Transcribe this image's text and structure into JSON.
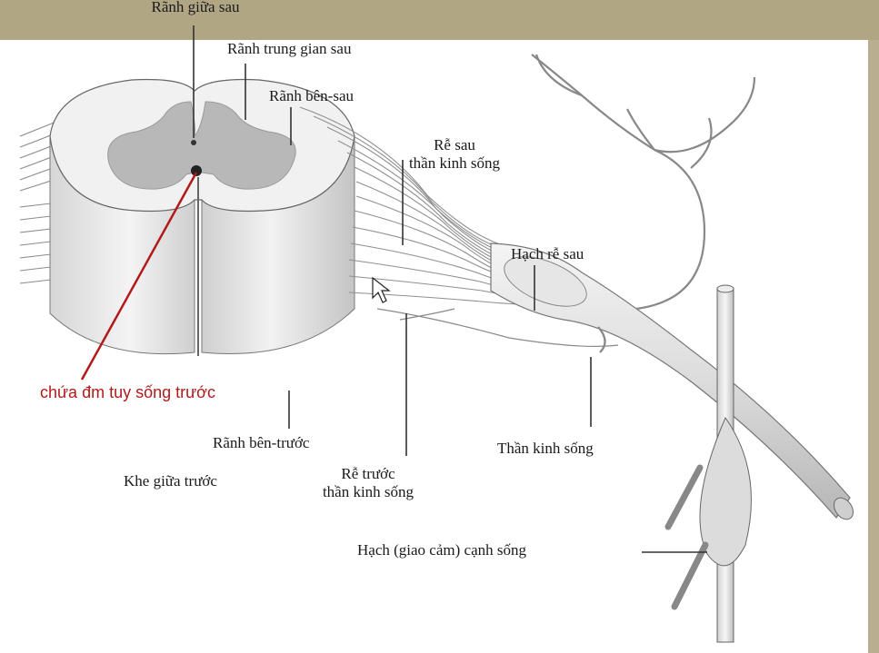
{
  "labels": {
    "posterior_median_sulcus": "Rãnh giữa sau",
    "posterior_intermediate_sulcus": "Rãnh trung gian sau",
    "posterolateral_sulcus": "Rãnh bên-sau",
    "dorsal_root_line1": "Rễ sau",
    "dorsal_root_line2": "thần kinh sống",
    "dorsal_root_ganglion": "Hạch rễ sau",
    "anterior_spinal_artery_note": "chứa đm tuy sống trước",
    "anterolateral_sulcus": "Rãnh bên-trước",
    "anterior_median_fissure": "Khe giữa trước",
    "ventral_root_line1": "Rễ trước",
    "ventral_root_line2": "thần kinh sống",
    "spinal_nerve": "Thần kinh sống",
    "paravertebral_ganglion": "Hạch (giao cảm) cạnh sống"
  },
  "colors": {
    "frame": "#b0a684",
    "panel": "#ffffff",
    "annotation_red": "#b21a1a",
    "cord_light": "#ececec",
    "gray_matter": "#b8b8b8"
  }
}
